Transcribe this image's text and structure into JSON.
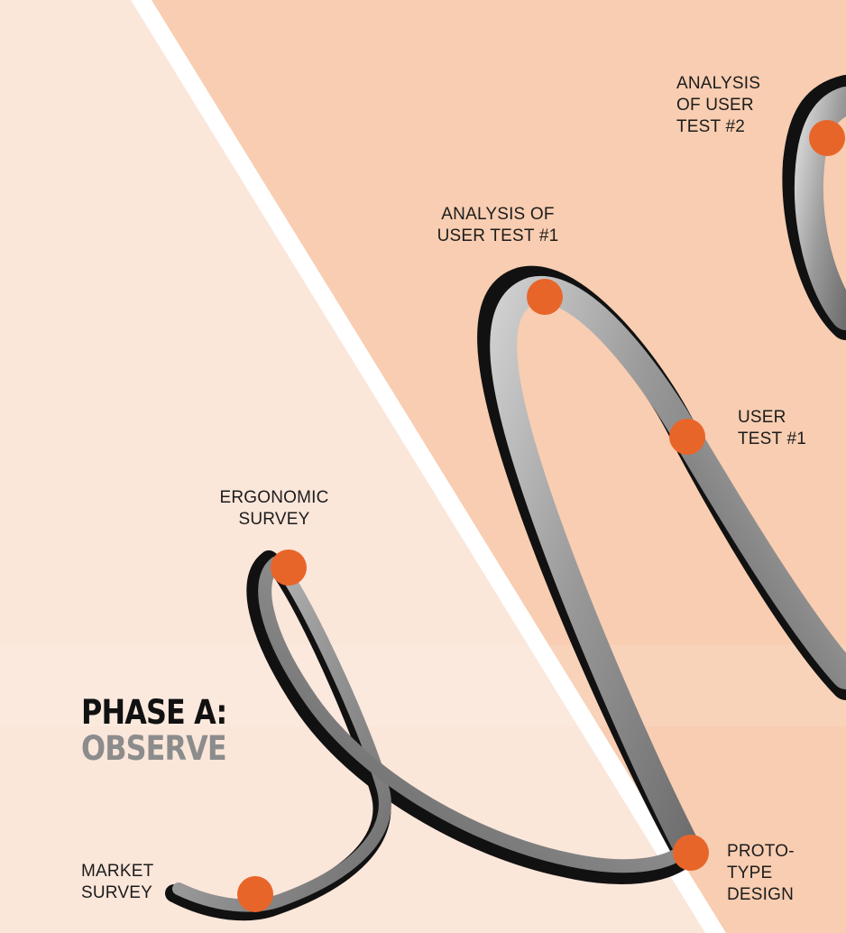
{
  "phase": {
    "title": "PHASE A:",
    "subtitle": "OBSERVE"
  },
  "milestones": [
    {
      "id": "market-survey",
      "label": "MARKET\nSURVEY"
    },
    {
      "id": "ergonomic-survey",
      "label": "ERGONOMIC\nSURVEY"
    },
    {
      "id": "prototype-design",
      "label": "PROTO-\nTYPE\nDESIGN"
    },
    {
      "id": "user-test-1",
      "label": "USER\nTEST #1"
    },
    {
      "id": "analysis-user-test-1",
      "label": "ANALYSIS OF\nUSER TEST #1"
    },
    {
      "id": "analysis-user-test-2",
      "label": "ANALYSIS\nOF USER\nTEST #2"
    }
  ],
  "colors": {
    "marker": "#e8652a",
    "ribbon": "#8f8f8f",
    "ribbon_shadow": "#111111",
    "background_light": "#fbe6da",
    "background_peach": "#f8cdb1",
    "divider": "#ffffff",
    "phase_title": "#111111",
    "phase_subtitle": "#8c8c8c"
  }
}
